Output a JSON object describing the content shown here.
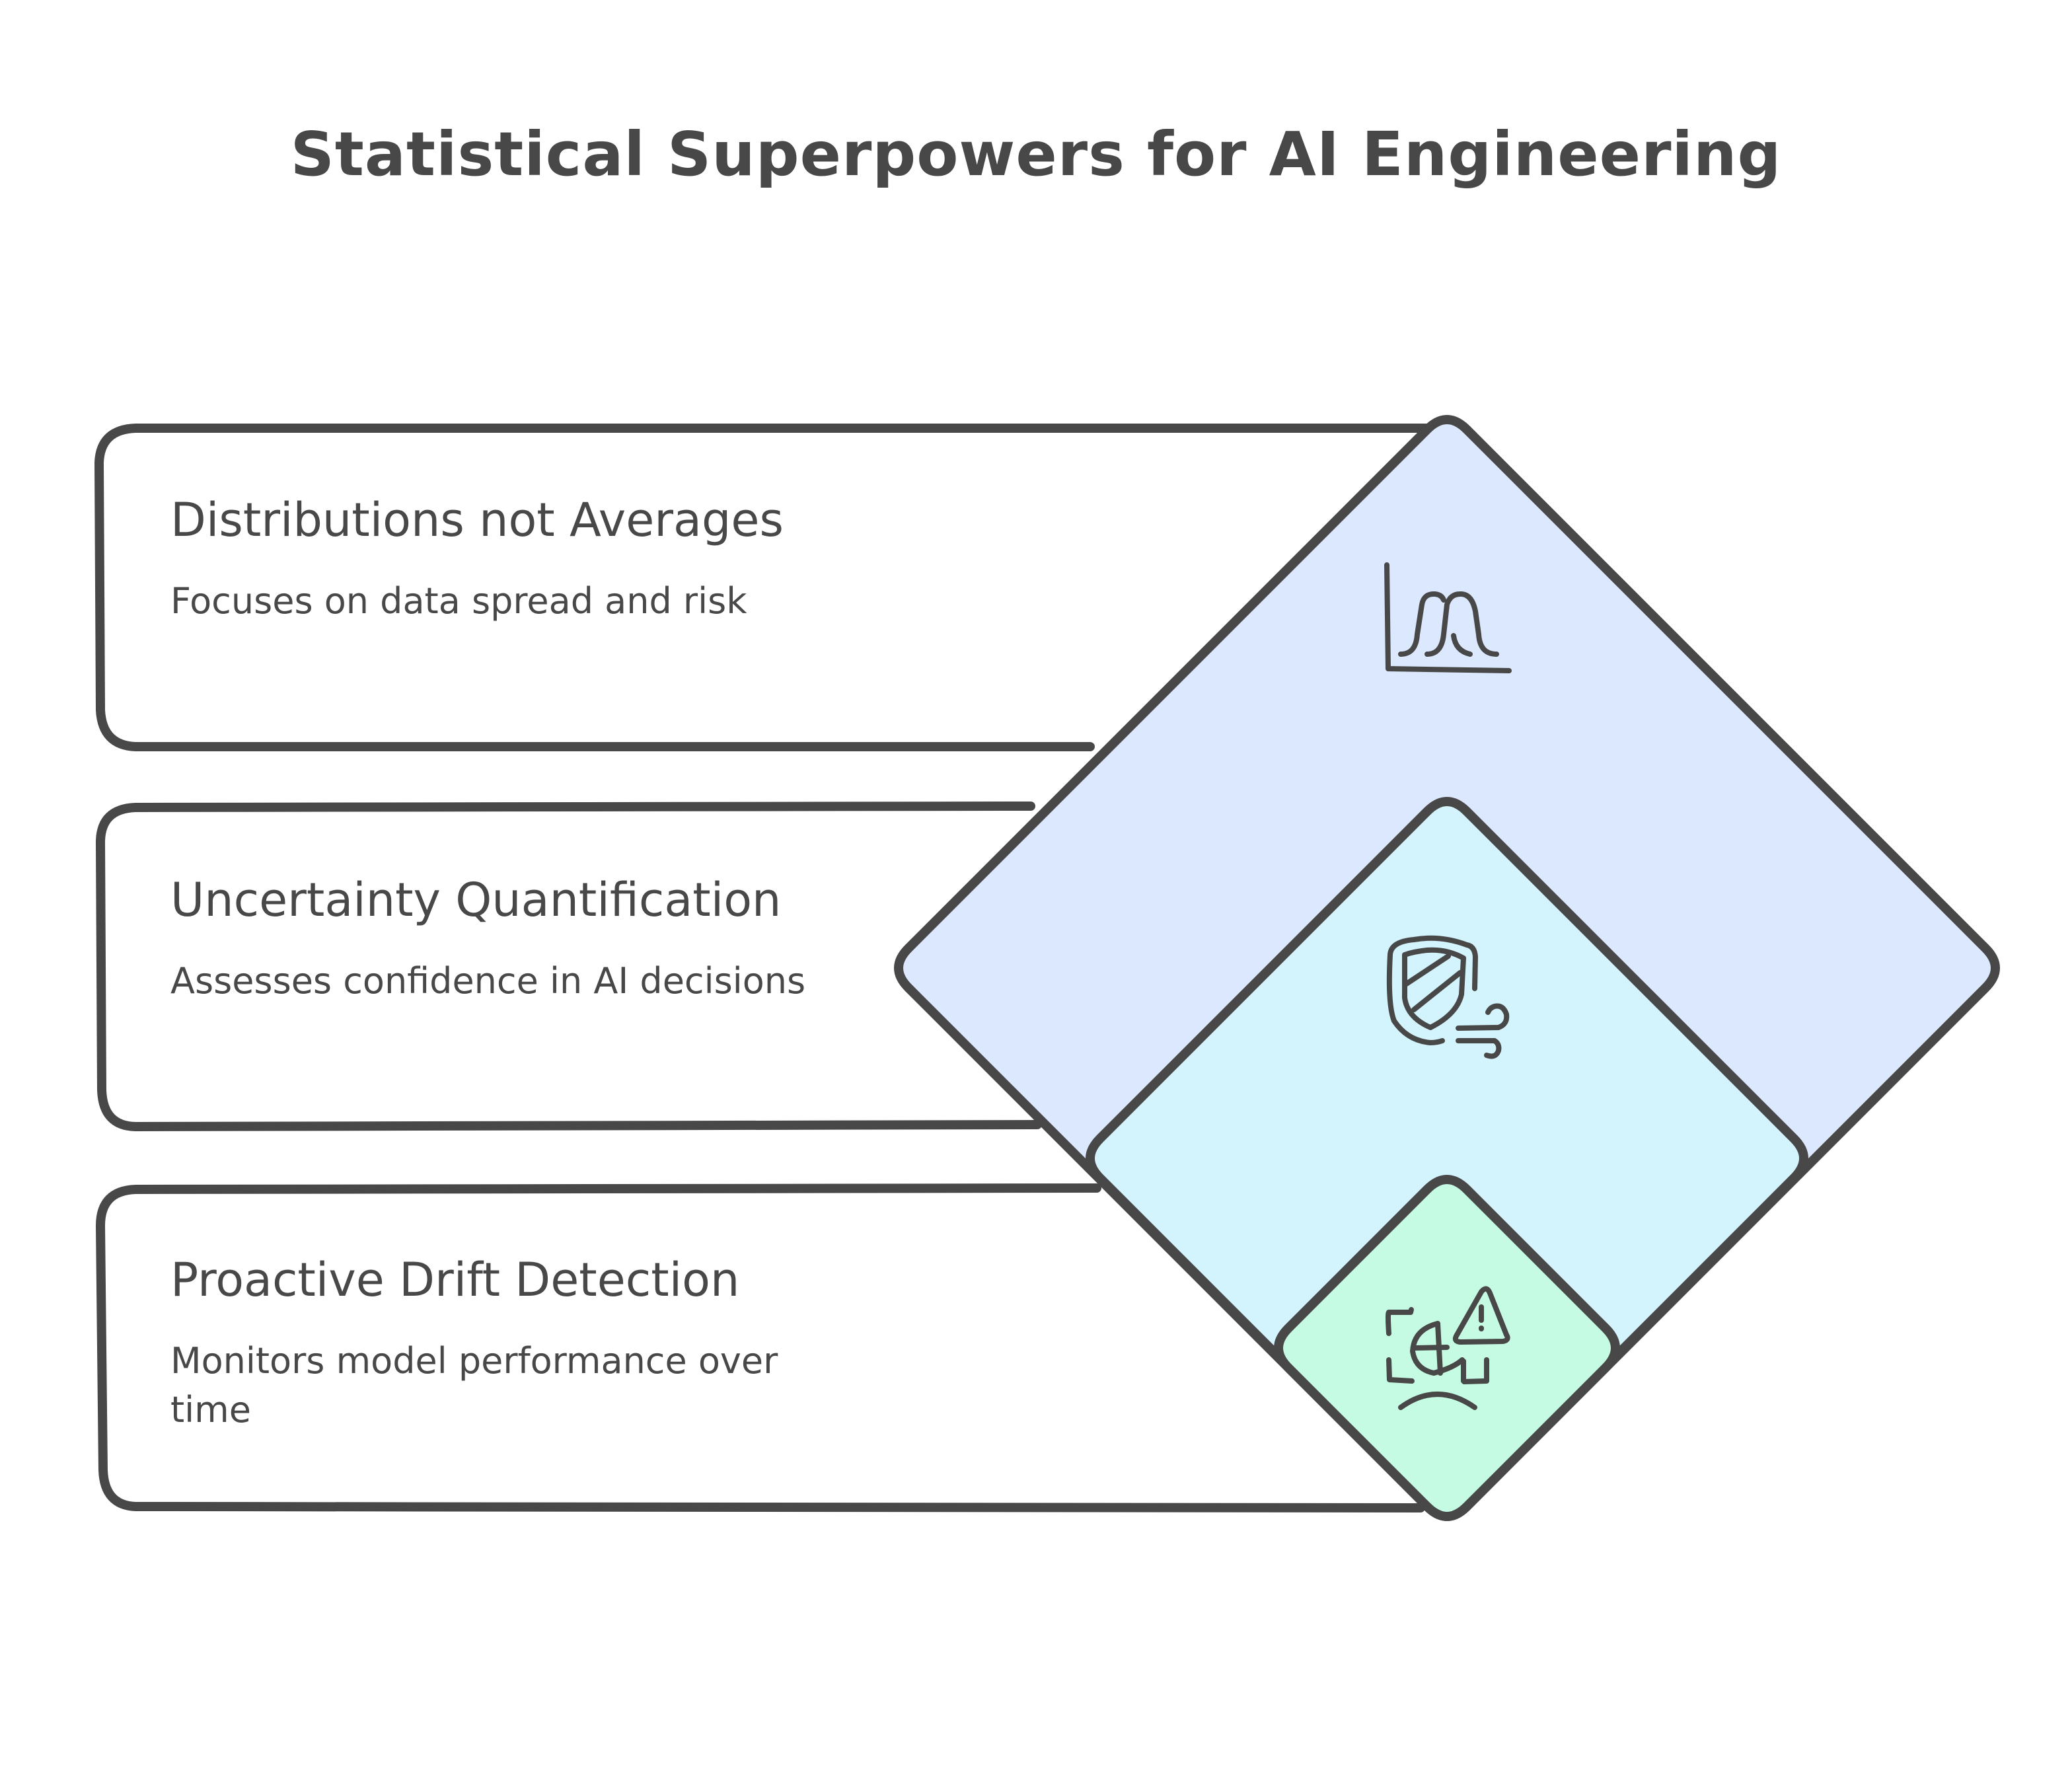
{
  "title": "Statistical Superpowers for AI Engineering",
  "colors": {
    "stroke": "#484848",
    "layer_outer_fill": "#dbe8fd",
    "layer_middle_fill": "#d3f3fd",
    "layer_inner_fill": "#c6fbe3",
    "background": "#ffffff"
  },
  "items": [
    {
      "heading": "Distributions not Averages",
      "description": "Focuses on data spread and risk",
      "icon": "distribution-curves-icon",
      "layer_color": "#dbe8fd"
    },
    {
      "heading": "Uncertainty Quantification",
      "description": "Assesses confidence in AI decisions",
      "icon": "shield-wind-icon",
      "layer_color": "#d3f3fd"
    },
    {
      "heading": "Proactive Drift Detection",
      "description": "Monitors model performance over time",
      "icon": "drift-warning-icon",
      "layer_color": "#c6fbe3"
    }
  ]
}
